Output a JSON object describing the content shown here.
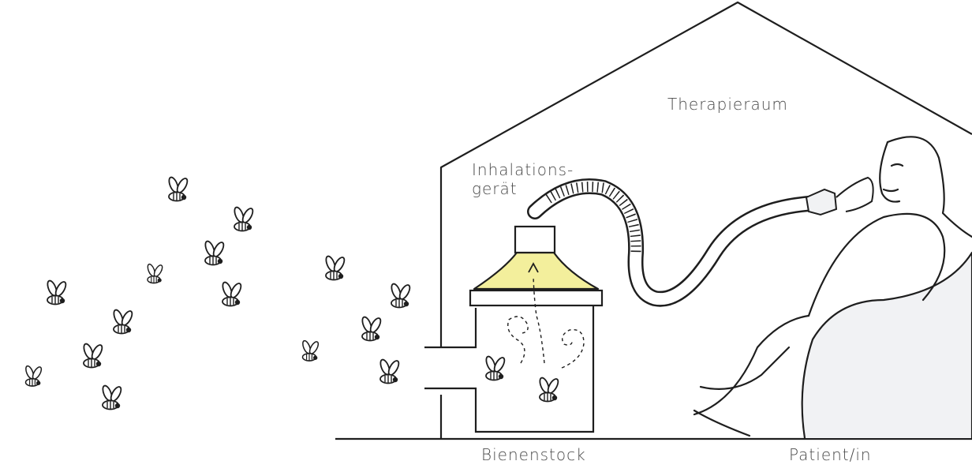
{
  "labels": {
    "room": "Therapieraum",
    "device_line1": "Inhalations-",
    "device_line2": "gerät",
    "hive": "Bienenstock",
    "patient": "Patient/in"
  },
  "colors": {
    "ink": "#1e1e1e",
    "hood": "#f3ef9c",
    "text": "#4a4a4a",
    "chair": "#f1f2f4"
  },
  "icons": [
    "bee-icon",
    "bee-icon-small"
  ]
}
